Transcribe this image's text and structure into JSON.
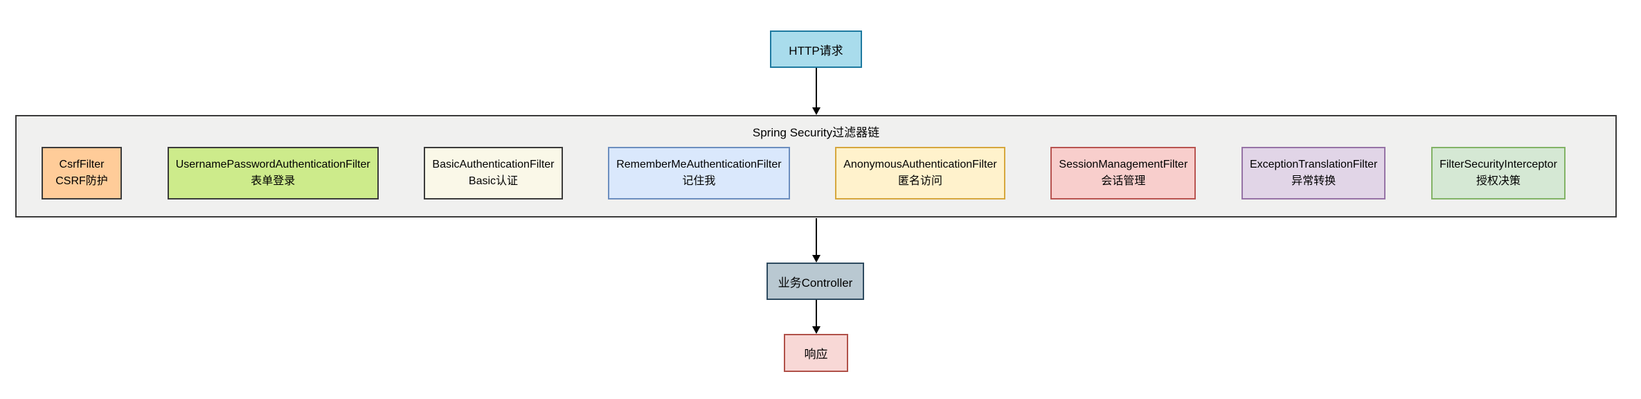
{
  "canvas": {
    "background": "#ffffff"
  },
  "request_node": {
    "label": "HTTP请求",
    "fill": "#A9DCEC",
    "border": "#1E7AA0"
  },
  "chain": {
    "title": "Spring Security过滤器链",
    "fill": "#F0F0EF",
    "border": "#3B3B3B",
    "filters": [
      {
        "name": "CsrfFilter",
        "desc": "CSRF防护",
        "fill": "#FFCC99",
        "border": "#3B3B3B"
      },
      {
        "name": "UsernamePasswordAuthenticationFilter",
        "desc": "表单登录",
        "fill": "#CDEB8B",
        "border": "#3B3B3B"
      },
      {
        "name": "BasicAuthenticationFilter",
        "desc": "Basic认证",
        "fill": "#FAF8E8",
        "border": "#3B3B3B"
      },
      {
        "name": "RememberMeAuthenticationFilter",
        "desc": "记住我",
        "fill": "#DAE8FC",
        "border": "#6C8EBF"
      },
      {
        "name": "AnonymousAuthenticationFilter",
        "desc": "匿名访问",
        "fill": "#FFF2CC",
        "border": "#D6A73D"
      },
      {
        "name": "SessionManagementFilter",
        "desc": "会话管理",
        "fill": "#F8CECC",
        "border": "#B85450"
      },
      {
        "name": "ExceptionTranslationFilter",
        "desc": "异常转换",
        "fill": "#E1D5E7",
        "border": "#9673A6"
      },
      {
        "name": "FilterSecurityInterceptor",
        "desc": "授权决策",
        "fill": "#D5E8D4",
        "border": "#82B366"
      }
    ]
  },
  "controller_node": {
    "label": "业务Controller",
    "fill": "#B9C8D1",
    "border": "#2E4B60"
  },
  "response_node": {
    "label": "响应",
    "fill": "#F8D8D6",
    "border": "#B05149"
  }
}
